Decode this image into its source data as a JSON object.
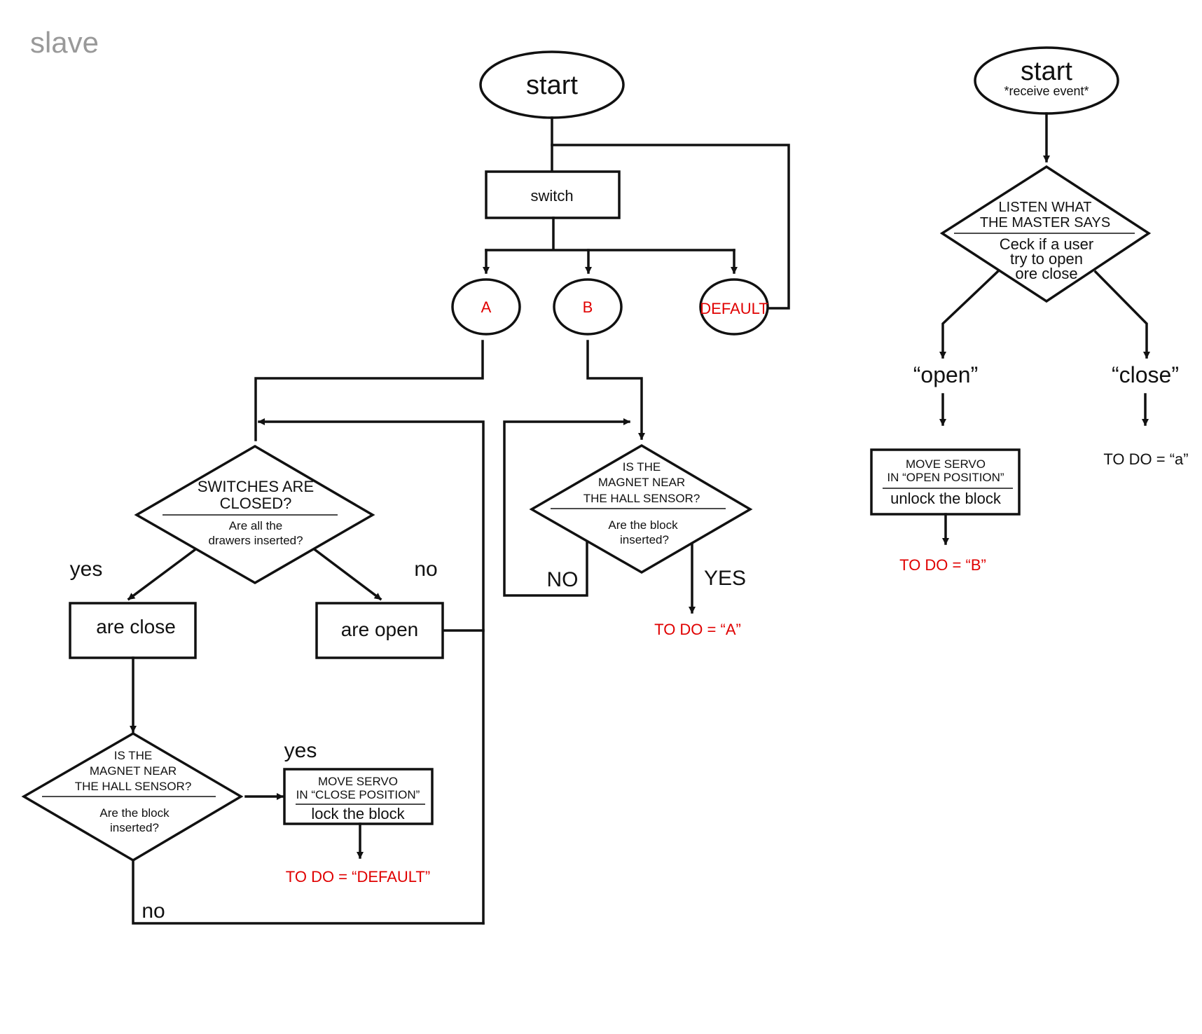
{
  "page_title": "slave",
  "colors": {
    "line": "#111111",
    "accent_red": "#e00000",
    "title_grey": "#999999"
  },
  "main_flow": {
    "start": "start",
    "switch": "switch",
    "case_a": "A",
    "case_b": "B",
    "case_default": "DEFAULT",
    "switches_decision": {
      "title": [
        "SWITCHES ARE",
        "CLOSED?"
      ],
      "sub": [
        "Are all the",
        "drawers inserted?"
      ]
    },
    "yes_label": "yes",
    "no_label": "no",
    "are_close": "are close",
    "are_open": "are open",
    "magnet_decision_left": {
      "title": [
        "IS THE",
        "MAGNET NEAR",
        "THE HALL SENSOR?"
      ],
      "sub": [
        "Are the block",
        "inserted?"
      ]
    },
    "yes_label_2": "yes",
    "no_label_2": "no",
    "servo_close": {
      "title": [
        "MOVE SERVO",
        "IN “CLOSE POSITION”"
      ],
      "action": "lock the block"
    },
    "todo_default": "TO DO = “DEFAULT”",
    "magnet_decision_b": {
      "title": [
        "IS THE",
        "MAGNET NEAR",
        "THE HALL SENSOR?"
      ],
      "sub": [
        "Are the block",
        "inserted?"
      ]
    },
    "no_upper": "NO",
    "yes_upper": "YES",
    "todo_a_upper": "TO DO = “A”"
  },
  "event_flow": {
    "start": "start",
    "start_sub": "*receive event*",
    "listen_decision": {
      "title": [
        "LISTEN WHAT",
        "THE MASTER SAYS"
      ],
      "sub": [
        "Ceck if a user",
        "try to open",
        "ore close"
      ]
    },
    "open_label": "“open”",
    "close_label": "“close”",
    "servo_open": {
      "title": [
        "MOVE SERVO",
        "IN “OPEN POSITION”"
      ],
      "action": "unlock the block"
    },
    "todo_b": "TO DO = “B”",
    "todo_a_lower": "TO DO = “a”"
  }
}
